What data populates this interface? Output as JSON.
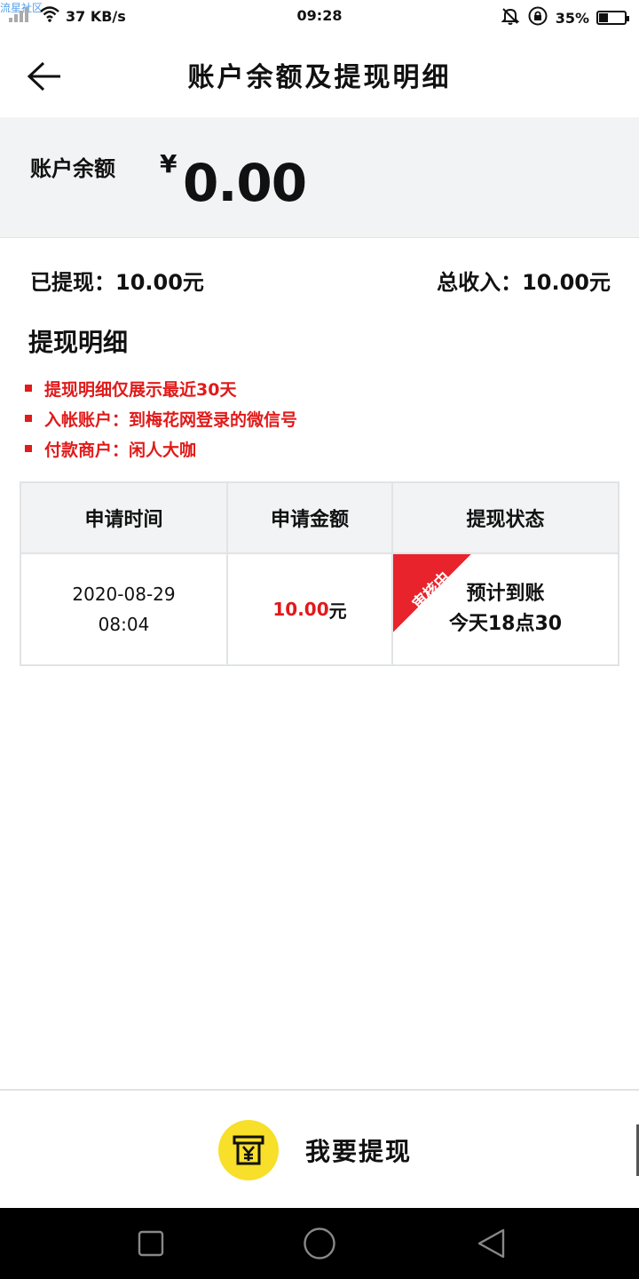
{
  "status_bar": {
    "watermark": "流星社区",
    "network_speed": "37 KB/s",
    "time": "09:28",
    "battery_text": "35%",
    "battery_level": 0.35
  },
  "header": {
    "title": "账户余额及提现明细"
  },
  "balance": {
    "label": "账户余额",
    "currency": "¥",
    "amount": "0.00"
  },
  "summary": {
    "withdrawn": "已提现：10.00元",
    "total_income": "总收入：10.00元"
  },
  "details": {
    "title": "提现明细",
    "notes": [
      "提现明细仅展示最近30天",
      "入帐账户：到梅花网登录的微信号",
      "付款商户：闲人大咖"
    ]
  },
  "table": {
    "headers": [
      "申请时间",
      "申请金额",
      "提现状态"
    ],
    "rows": [
      {
        "date": "2020-08-29",
        "time": "08:04",
        "amount": "10.00",
        "unit": "元",
        "ribbon": "审核中",
        "status_line1": "预计到账",
        "status_line2": "今天18点30"
      }
    ]
  },
  "action": {
    "withdraw_label": "我要提现"
  },
  "colors": {
    "accent_red": "#e11a1a",
    "ribbon_red": "#e8232b",
    "button_yellow": "#f7df2a",
    "panel_gray": "#f2f3f4"
  },
  "icons": {
    "back": "arrow-left-icon",
    "withdraw": "cash-box-icon",
    "nav_recent": "square-icon",
    "nav_home": "circle-icon",
    "nav_back": "triangle-back-icon"
  }
}
